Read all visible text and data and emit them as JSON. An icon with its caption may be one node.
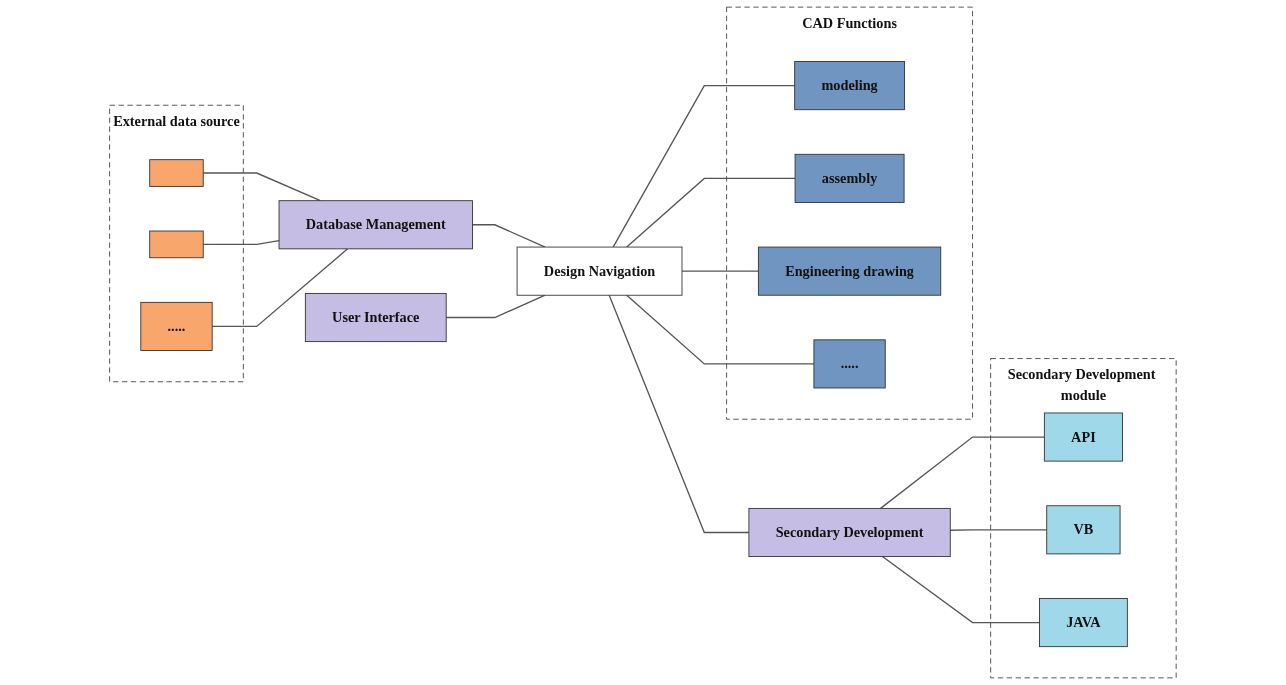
{
  "diagram": {
    "nodes": [
      {
        "text": [
          "External data source"
        ]
      },
      {
        "text": [],
        "shape": "box",
        "in": 0
      },
      {
        "text": [],
        "shape": "box",
        "in": 0
      },
      {
        "text": [
          "....."
        ],
        "in": 0
      },
      {
        "text": [
          "User Interface"
        ]
      },
      {
        "text": [
          "Database Management"
        ]
      },
      {
        "text": [
          "Design Navigation"
        ]
      },
      {
        "text": [
          "Secondary Development"
        ]
      },
      {
        "text": [
          "Secondary Development module"
        ]
      },
      {
        "text": [
          "API"
        ],
        "in": 8
      },
      {
        "text": [
          "VB"
        ],
        "in": 8
      },
      {
        "text": [
          "JAVA"
        ],
        "in": 8
      },
      {
        "text": [
          "CAD Functions"
        ]
      },
      {
        "text": [
          "modeling"
        ],
        "in": 12
      },
      {
        "text": [
          "assembly"
        ],
        "in": 12
      },
      {
        "text": [
          "Engineering drawing"
        ],
        "in": 12
      },
      {
        "text": [
          "....."
        ],
        "in": 12
      }
    ],
    "edges": [
      {
        "from": 1,
        "to": 5,
        "arrow": "none"
      },
      {
        "from": 2,
        "to": 5,
        "arrow": "none"
      },
      {
        "from": 3,
        "to": 5,
        "arrow": "none"
      },
      {
        "from": 5,
        "to": 6,
        "arrow": "none"
      },
      {
        "from": 4,
        "to": 6,
        "arrow": "none"
      },
      {
        "from": 6,
        "to": 7,
        "arrow": "none"
      },
      {
        "from": 7,
        "to": 9,
        "arrow": "none"
      },
      {
        "from": 7,
        "to": 10,
        "arrow": "none"
      },
      {
        "from": 7,
        "to": 11,
        "arrow": "none"
      },
      {
        "from": 6,
        "to": 13,
        "arrow": "none"
      },
      {
        "from": 6,
        "to": 14,
        "arrow": "none"
      },
      {
        "from": 6,
        "to": 15,
        "arrow": "none"
      },
      {
        "from": 6,
        "to": 16,
        "arrow": "none"
      }
    ]
  }
}
